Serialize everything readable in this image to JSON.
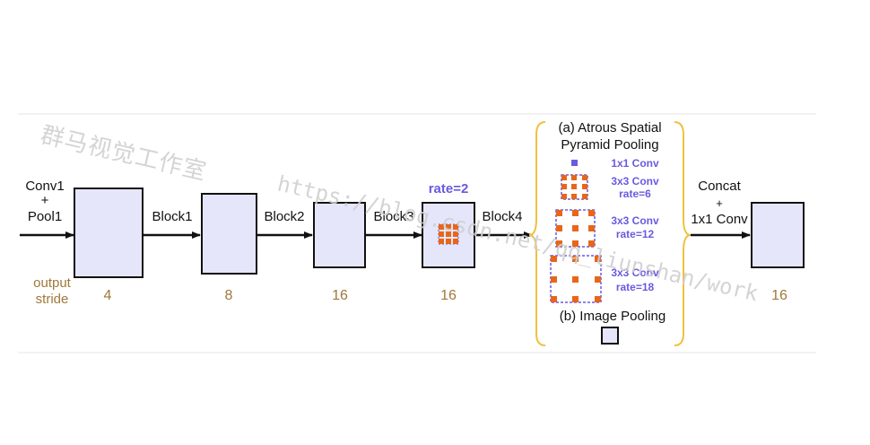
{
  "input": {
    "line1": "Conv1",
    "line2": "+",
    "line3": "Pool1"
  },
  "output_stride_label": {
    "line1": "output",
    "line2": "stride"
  },
  "blocks": [
    {
      "stride": "4"
    },
    {
      "stride": "8"
    },
    {
      "stride": "16"
    },
    {
      "stride": "16"
    }
  ],
  "arrow_labels": {
    "block1": "Block1",
    "block2": "Block2",
    "block3": "Block3",
    "block4": "Block4"
  },
  "rate_label": "rate=2",
  "aspp": {
    "title_line1": "(a) Atrous Spatial",
    "title_line2": "Pyramid Pooling",
    "conv1": "1x1 Conv",
    "conv2_line1": "3x3 Conv",
    "conv2_line2": "rate=6",
    "conv3_line1": "3x3 Conv",
    "conv3_line2": "rate=12",
    "conv4_line1": "3x3 Conv",
    "conv4_line2": "rate=18",
    "image_pooling": "(b) Image Pooling"
  },
  "concat": {
    "line1": "Concat",
    "line2": "+",
    "line3": "1x1 Conv"
  },
  "final_stride": "16",
  "watermark": {
    "line1": "群马视觉工作室",
    "line2": "https://blog.csdn.net/qq_liunshan/work"
  },
  "colors": {
    "box_fill": "#e6e6fa",
    "stride": "#a0783a",
    "accent": "#6a5ae0",
    "dot": "#e8661a",
    "brace": "#f0c040"
  }
}
